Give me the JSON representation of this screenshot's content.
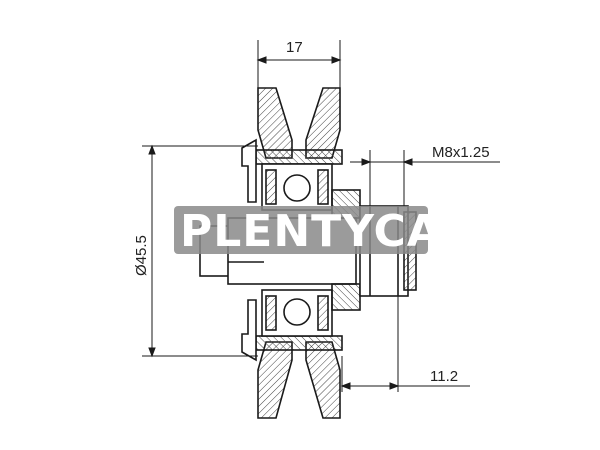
{
  "drawing": {
    "dimensions": {
      "width_top": "17",
      "thread": "M8x1.25",
      "diameter": "Ø45.5",
      "offset_bottom": "11.2"
    },
    "watermark": "PLENTYCAR",
    "colors": {
      "line": "#1a1a1a",
      "hatch": "#444444",
      "watermark_bg": "#8a8a8a",
      "watermark_text": "#ffffff"
    }
  }
}
